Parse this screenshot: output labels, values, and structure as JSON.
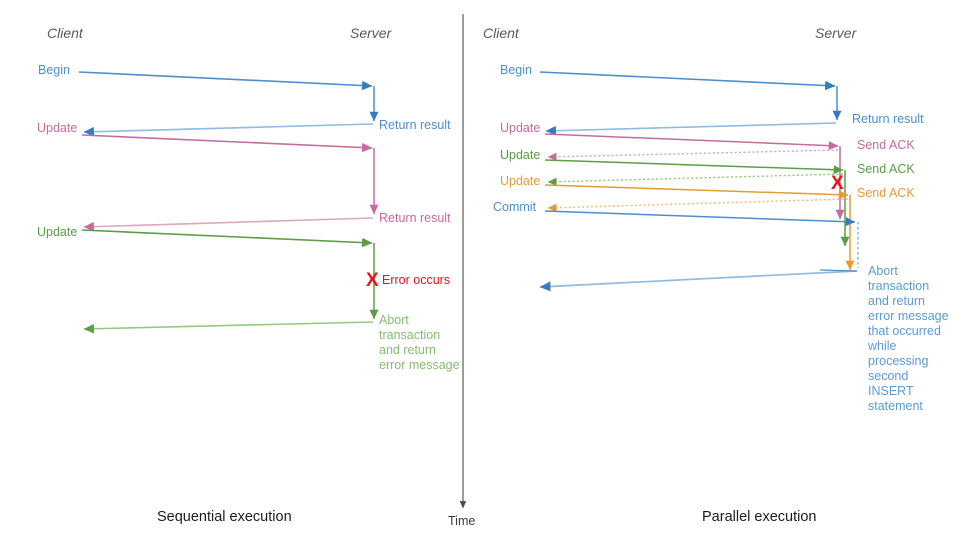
{
  "colors": {
    "blue": "#4b8fd0",
    "blue_light": "#8fbbe4",
    "blue_dark": "#3a7bbf",
    "pink": "#c76b9e",
    "pink_light": "#dda6c4",
    "green": "#5a9e45",
    "green_light": "#95c97e",
    "orange": "#e89a33",
    "orange_light": "#f2bd76",
    "red": "#e8131a",
    "gray_header": "#5a5a5a",
    "axis": "#4a4a4a",
    "black": "#1c1c1c"
  },
  "panels": {
    "left": {
      "caption": "Sequential execution",
      "client_header": "Client",
      "server_header": "Server",
      "client_messages": [
        {
          "label": "Begin",
          "color": "blue"
        },
        {
          "label": "Update",
          "color": "pink"
        },
        {
          "label": "Update",
          "color": "green"
        }
      ],
      "server_messages": [
        {
          "label": "Return result",
          "color": "blue"
        },
        {
          "label": "Return result",
          "color": "pink"
        },
        {
          "label": "Error occurs",
          "color": "red"
        },
        {
          "label": "Abort\ntransaction\nand return\nerror message",
          "color": "green"
        }
      ],
      "error_marker": "X"
    },
    "right": {
      "caption": "Parallel execution",
      "client_header": "Client",
      "server_header": "Server",
      "client_messages": [
        {
          "label": "Begin",
          "color": "blue"
        },
        {
          "label": "Update",
          "color": "pink"
        },
        {
          "label": "Update",
          "color": "green"
        },
        {
          "label": "Update",
          "color": "orange"
        },
        {
          "label": "Commit",
          "color": "blue"
        }
      ],
      "server_messages": [
        {
          "label": "Return result",
          "color": "blue"
        },
        {
          "label": "Send ACK",
          "color": "pink"
        },
        {
          "label": "Send ACK",
          "color": "green"
        },
        {
          "label": "Send ACK",
          "color": "orange"
        },
        {
          "label": "Abort\ntransaction\nand return\nerror message\nthat occurred\nwhile\nprocessing\nsecond\nINSERT\nstatement",
          "color": "blue"
        }
      ],
      "error_marker": "X"
    }
  },
  "time_axis": {
    "label": "Time",
    "direction": "downward"
  }
}
